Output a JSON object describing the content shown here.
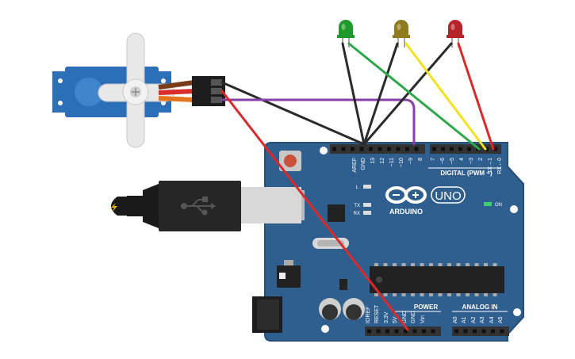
{
  "board": {
    "brand": "ARDUINO",
    "model": "UNO",
    "on_label": "ON",
    "digital_header": "DIGITAL (PWM ~)",
    "power_header": "POWER",
    "analog_header": "ANALOG IN",
    "led_l": "L",
    "led_tx": "TX",
    "led_rx": "RX",
    "digital_pins": [
      "AREF",
      "GND",
      "13",
      "12",
      "~11",
      "~10",
      "~9",
      "8",
      "7",
      "~6",
      "~5",
      "4",
      "~3",
      "2",
      "TX→1",
      "RX←0"
    ],
    "power_pins": [
      "IOREF",
      "RESET",
      "3.3V",
      "5V",
      "GND",
      "GND",
      "Vin"
    ],
    "analog_pins": [
      "A0",
      "A1",
      "A2",
      "A3",
      "A4",
      "A5"
    ],
    "colors": {
      "pcb": "#2f5f8f",
      "pcb_edge": "#274f77",
      "header": "#333333",
      "chip": "#222222"
    }
  },
  "components": {
    "leds": [
      {
        "name": "green",
        "color": "#1f9a2a"
      },
      {
        "name": "yellow",
        "color": "#8f7c1e"
      },
      {
        "name": "red",
        "color": "#b8232a"
      }
    ],
    "servo": {
      "body_color": "#2a6fb8"
    },
    "usb": {
      "cable_color": "#1a1a1a",
      "plug_color": "#d8d8d8"
    }
  },
  "wires": {
    "black": "#2b2b2b",
    "green": "#2ca84b",
    "yellow": "#f2e11c",
    "red": "#d92b2b",
    "purple": "#8a3fa8",
    "orange": "#e2751e",
    "brown": "#7a3b1b"
  }
}
